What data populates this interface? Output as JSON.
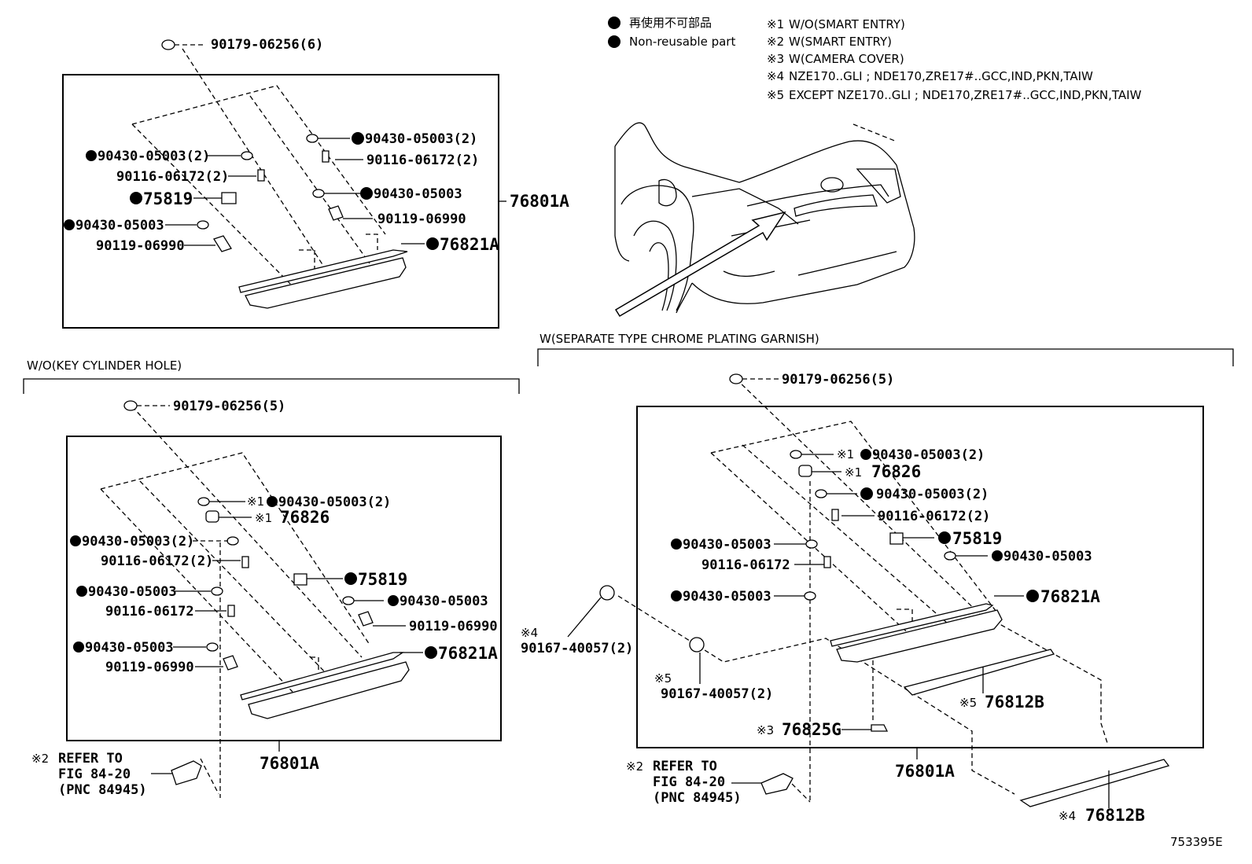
{
  "legend": {
    "jp": "再使用不可部品",
    "en": "Non-reusable part",
    "notes": [
      {
        "mark": "※1",
        "text": "W/O(SMART ENTRY)"
      },
      {
        "mark": "※2",
        "text": "W(SMART ENTRY)"
      },
      {
        "mark": "※3",
        "text": "W(CAMERA COVER)"
      },
      {
        "mark": "※4",
        "text": "NZE170..GLI ; NDE170,ZRE17#..GCC,IND,PKN,TAIW"
      },
      {
        "mark": "※5",
        "text": "EXCEPT NZE170..GLI ; NDE170,ZRE17#..GCC,IND,PKN,TAIW"
      }
    ]
  },
  "top": {
    "assembly": "76801A",
    "parts": {
      "p1": "90179-06256(6)",
      "p2": "90430-05003(2)",
      "p3": "90116-06172(2)",
      "p4": "90430-05003(2)",
      "p5": "90116-06172(2)",
      "p6": "90430-05003",
      "p7": "75819",
      "p8": "90119-06990",
      "p9": "90430-05003",
      "p10": "90119-06990",
      "p11": "76821A"
    }
  },
  "bottom_left": {
    "header": "W/O(KEY CYLINDER HOLE)",
    "assembly": "76801A",
    "parts": {
      "p1": "90179-06256(5)",
      "p2": "90430-05003(2)",
      "p3": "76826",
      "p4": "90430-05003(2)",
      "p5": "90116-06172(2)",
      "p6": "75819",
      "p7": "90430-05003",
      "p8": "90116-06172",
      "p9": "90430-05003",
      "p10": "90119-06990",
      "p11": "90430-05003",
      "p12": "76821A",
      "p13": "90119-06990"
    },
    "refer": {
      "line1": "REFER TO",
      "line2": "FIG 84-20",
      "line3": "(PNC 84945)"
    }
  },
  "bottom_right": {
    "header": "W(SEPARATE TYPE CHROME PLATING GARNISH)",
    "assembly": "76801A",
    "parts": {
      "p1": "90179-06256(5)",
      "p2": "90430-05003(2)",
      "p3": "76826",
      "p4": "90430-05003(2)",
      "p5": "90116-06172(2)",
      "p6": "75819",
      "p7": "90430-05003",
      "p8": "90430-05003",
      "p9": "90116-06172",
      "p10": "90430-05003",
      "p11": "76821A",
      "p12": "90167-40057(2)",
      "p13": "90167-40057(2)",
      "p14": "76812B",
      "p15": "76825G",
      "p16": "76812B"
    },
    "refer": {
      "line1": "REFER TO",
      "line2": "FIG 84-20",
      "line3": "(PNC 84945)"
    }
  },
  "marks": {
    "m1": "※1",
    "m2": "※2",
    "m3": "※3",
    "m4": "※4",
    "m5": "※5"
  },
  "figure_id": "753395E"
}
